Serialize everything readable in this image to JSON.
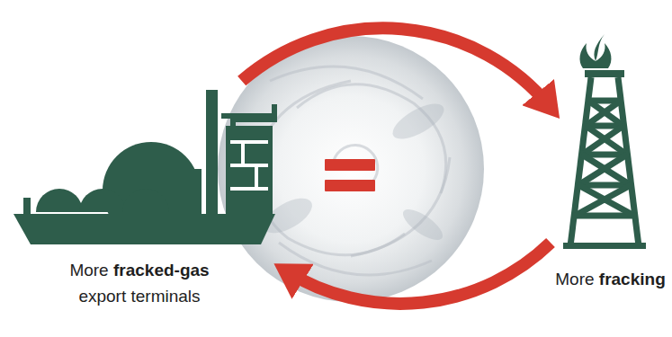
{
  "diagram": {
    "nodes": [
      {
        "text": [
          "More fracked-gas export terminals"
        ]
      },
      {
        "text": [
          "More fracking"
        ]
      }
    ],
    "edges": [
      {
        "from": 0,
        "to": 1,
        "arrow": "to"
      },
      {
        "from": 1,
        "to": 0,
        "arrow": "to"
      }
    ]
  }
}
